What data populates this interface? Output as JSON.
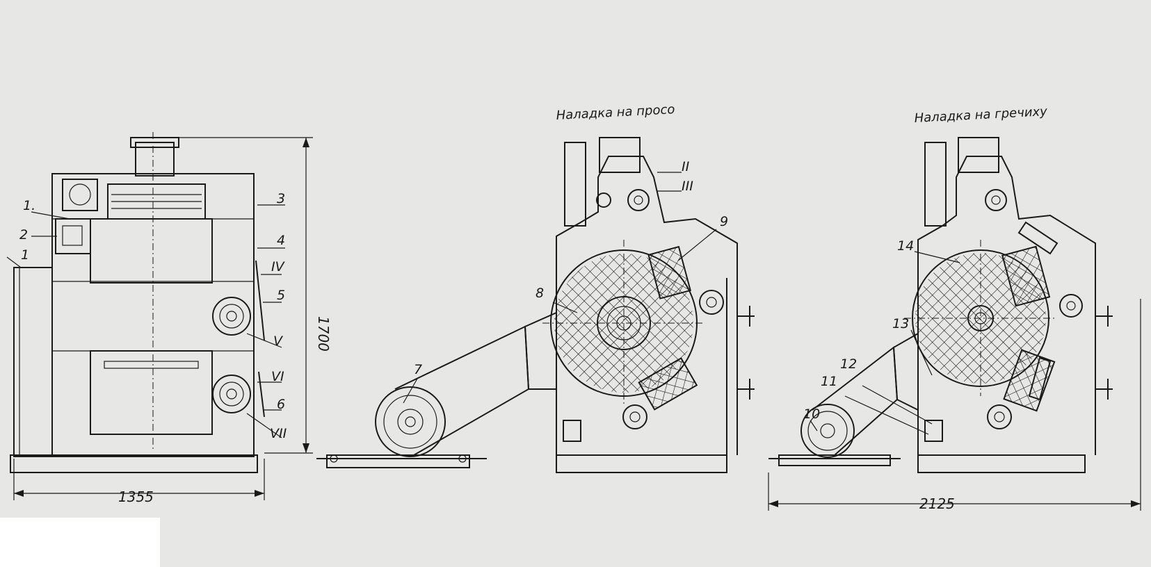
{
  "captions": {
    "millet": "Наладка на просо",
    "buckwheat": "Наладка на гречиху"
  },
  "dimensions": {
    "width_front": "1355",
    "height": "1700",
    "length_side": "2125"
  },
  "labels": {
    "l1a": "1.",
    "l2": "2",
    "l1b": "1",
    "l3": "3",
    "l4": "4",
    "lIV": "IV",
    "l5": "5",
    "lV": "V",
    "lVI": "VI",
    "l6": "6",
    "lVII": "VII",
    "lII": "II",
    "lIII": "III",
    "l9": "9",
    "l8": "8",
    "l7": "7",
    "l14": "14",
    "l13": "13",
    "l12": "12",
    "l11": "11",
    "l10": "10"
  }
}
